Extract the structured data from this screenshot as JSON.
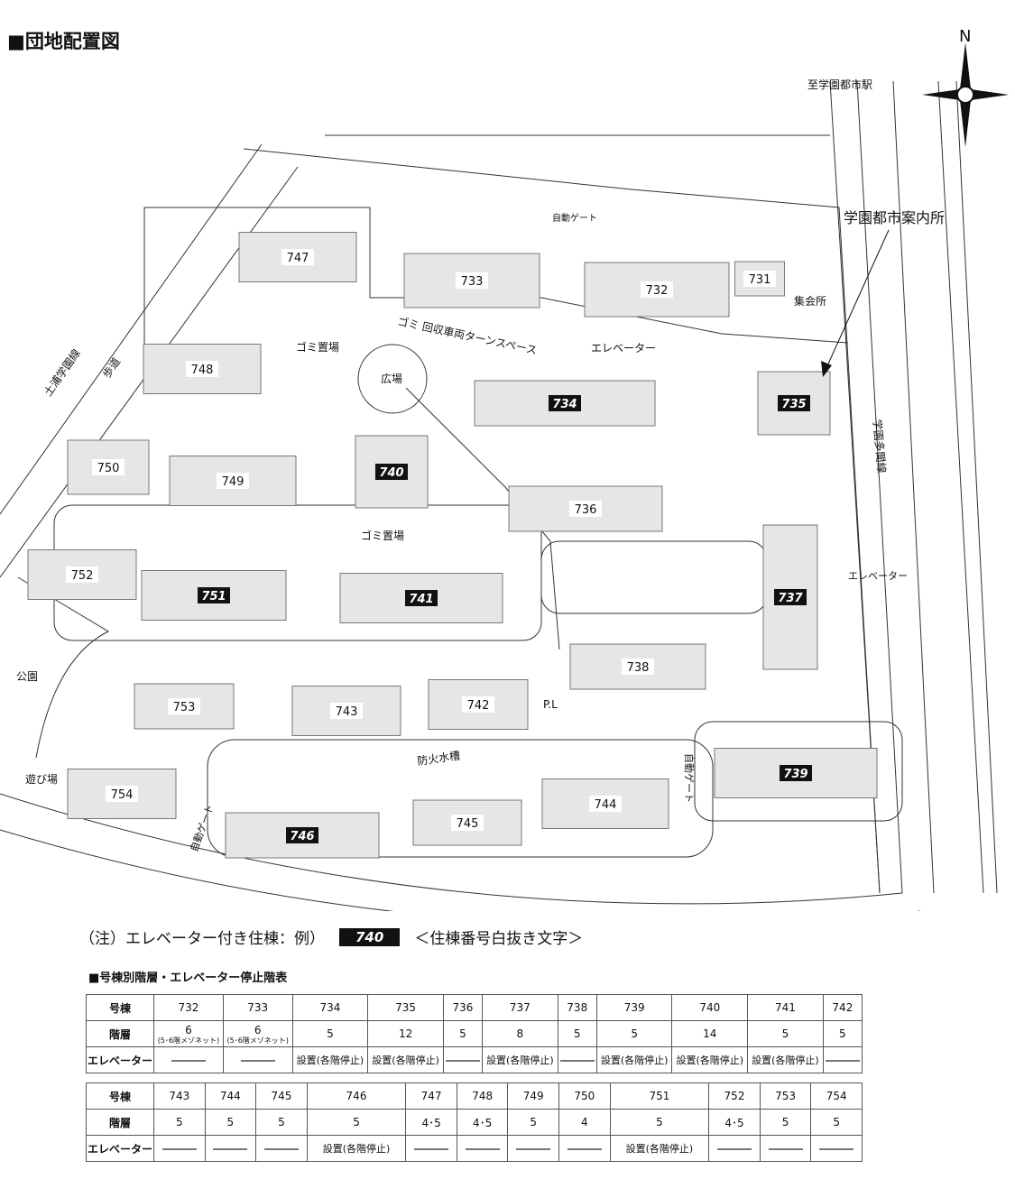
{
  "title": "■団地配置図",
  "map_labels": {
    "north": "N",
    "to_station": "至学園都市駅",
    "info_center": "学園都市案内所",
    "meeting_hall": "集会所",
    "auto_gate_top": "自動ゲート",
    "auto_gate_right": "自動ゲート",
    "auto_gate_bottom": "自動ゲート",
    "turn_space": "ゴミ 回収車両ターンスペース",
    "elevator_1": "エレベーター",
    "elevator_2": "エレベーター",
    "garbage_1": "ゴミ置場",
    "garbage_2": "ゴミ置場",
    "plaza": "広場",
    "fire_tank": "防火水槽",
    "pl": "P.L",
    "park": "公園",
    "playground": "遊び場",
    "road_right": "学園多聞線",
    "road_left": "土浦学園線",
    "sidewalk": "歩道"
  },
  "buildings": [
    {
      "no": "731",
      "elevator": false
    },
    {
      "no": "732",
      "elevator": false
    },
    {
      "no": "733",
      "elevator": false
    },
    {
      "no": "734",
      "elevator": true
    },
    {
      "no": "735",
      "elevator": true
    },
    {
      "no": "736",
      "elevator": false
    },
    {
      "no": "737",
      "elevator": true
    },
    {
      "no": "738",
      "elevator": false
    },
    {
      "no": "739",
      "elevator": true
    },
    {
      "no": "740",
      "elevator": true
    },
    {
      "no": "741",
      "elevator": true
    },
    {
      "no": "742",
      "elevator": false
    },
    {
      "no": "743",
      "elevator": false
    },
    {
      "no": "744",
      "elevator": false
    },
    {
      "no": "745",
      "elevator": false
    },
    {
      "no": "746",
      "elevator": true
    },
    {
      "no": "747",
      "elevator": false
    },
    {
      "no": "748",
      "elevator": false
    },
    {
      "no": "749",
      "elevator": false
    },
    {
      "no": "750",
      "elevator": false
    },
    {
      "no": "751",
      "elevator": true
    },
    {
      "no": "752",
      "elevator": false
    },
    {
      "no": "753",
      "elevator": false
    },
    {
      "no": "754",
      "elevator": false
    }
  ],
  "note": {
    "prefix": "（注）エレベーター付き住棟：例）",
    "example": "740",
    "suffix": "＜住棟番号白抜き文字＞"
  },
  "table_title": "■号棟別階層・エレベーター停止階表",
  "row_labels": {
    "building": "号棟",
    "floors": "階層",
    "elevator": "エレベーター"
  },
  "tables": [
    {
      "buildings": [
        "732",
        "733",
        "734",
        "735",
        "736",
        "737",
        "738",
        "739",
        "740",
        "741",
        "742"
      ],
      "floors": [
        "6",
        "6",
        "5",
        "12",
        "5",
        "8",
        "5",
        "5",
        "14",
        "5",
        "5"
      ],
      "floor_notes": [
        "(5･6階メゾネット)",
        "(5･6階メゾネット)",
        "",
        "",
        "",
        "",
        "",
        "",
        "",
        "",
        ""
      ],
      "elevator": [
        "",
        "",
        "設置(各階停止)",
        "設置(各階停止)",
        "",
        "設置(各階停止)",
        "",
        "設置(各階停止)",
        "設置(各階停止)",
        "設置(各階停止)",
        ""
      ]
    },
    {
      "buildings": [
        "743",
        "744",
        "745",
        "746",
        "747",
        "748",
        "749",
        "750",
        "751",
        "752",
        "753",
        "754"
      ],
      "floors": [
        "5",
        "5",
        "5",
        "5",
        "4･5",
        "4･5",
        "5",
        "4",
        "5",
        "4･5",
        "5",
        "5"
      ],
      "floor_notes": [
        "",
        "",
        "",
        "",
        "",
        "",
        "",
        "",
        "",
        "",
        "",
        ""
      ],
      "elevator": [
        "",
        "",
        "",
        "設置(各階停止)",
        "",
        "",
        "",
        "",
        "設置(各階停止)",
        "",
        "",
        ""
      ]
    }
  ]
}
